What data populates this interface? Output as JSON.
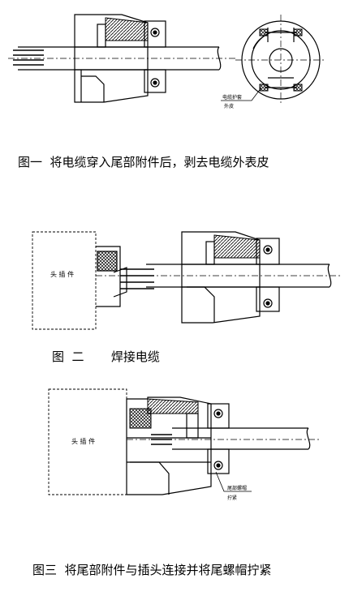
{
  "figures": [
    {
      "caption": "图一  将电缆穿入尾部附件后，剥去电缆外表皮",
      "callout_lines": [
        "电缆护套",
        "外皮"
      ]
    },
    {
      "caption": "图  二       焊接电缆",
      "box_label": "头 插 件"
    },
    {
      "caption": "图三  将尾部附件与插头连接并将尾螺帽拧紧",
      "box_label": "头 插 件",
      "callout_lines": [
        "尾部螺帽",
        "拧紧"
      ]
    }
  ]
}
